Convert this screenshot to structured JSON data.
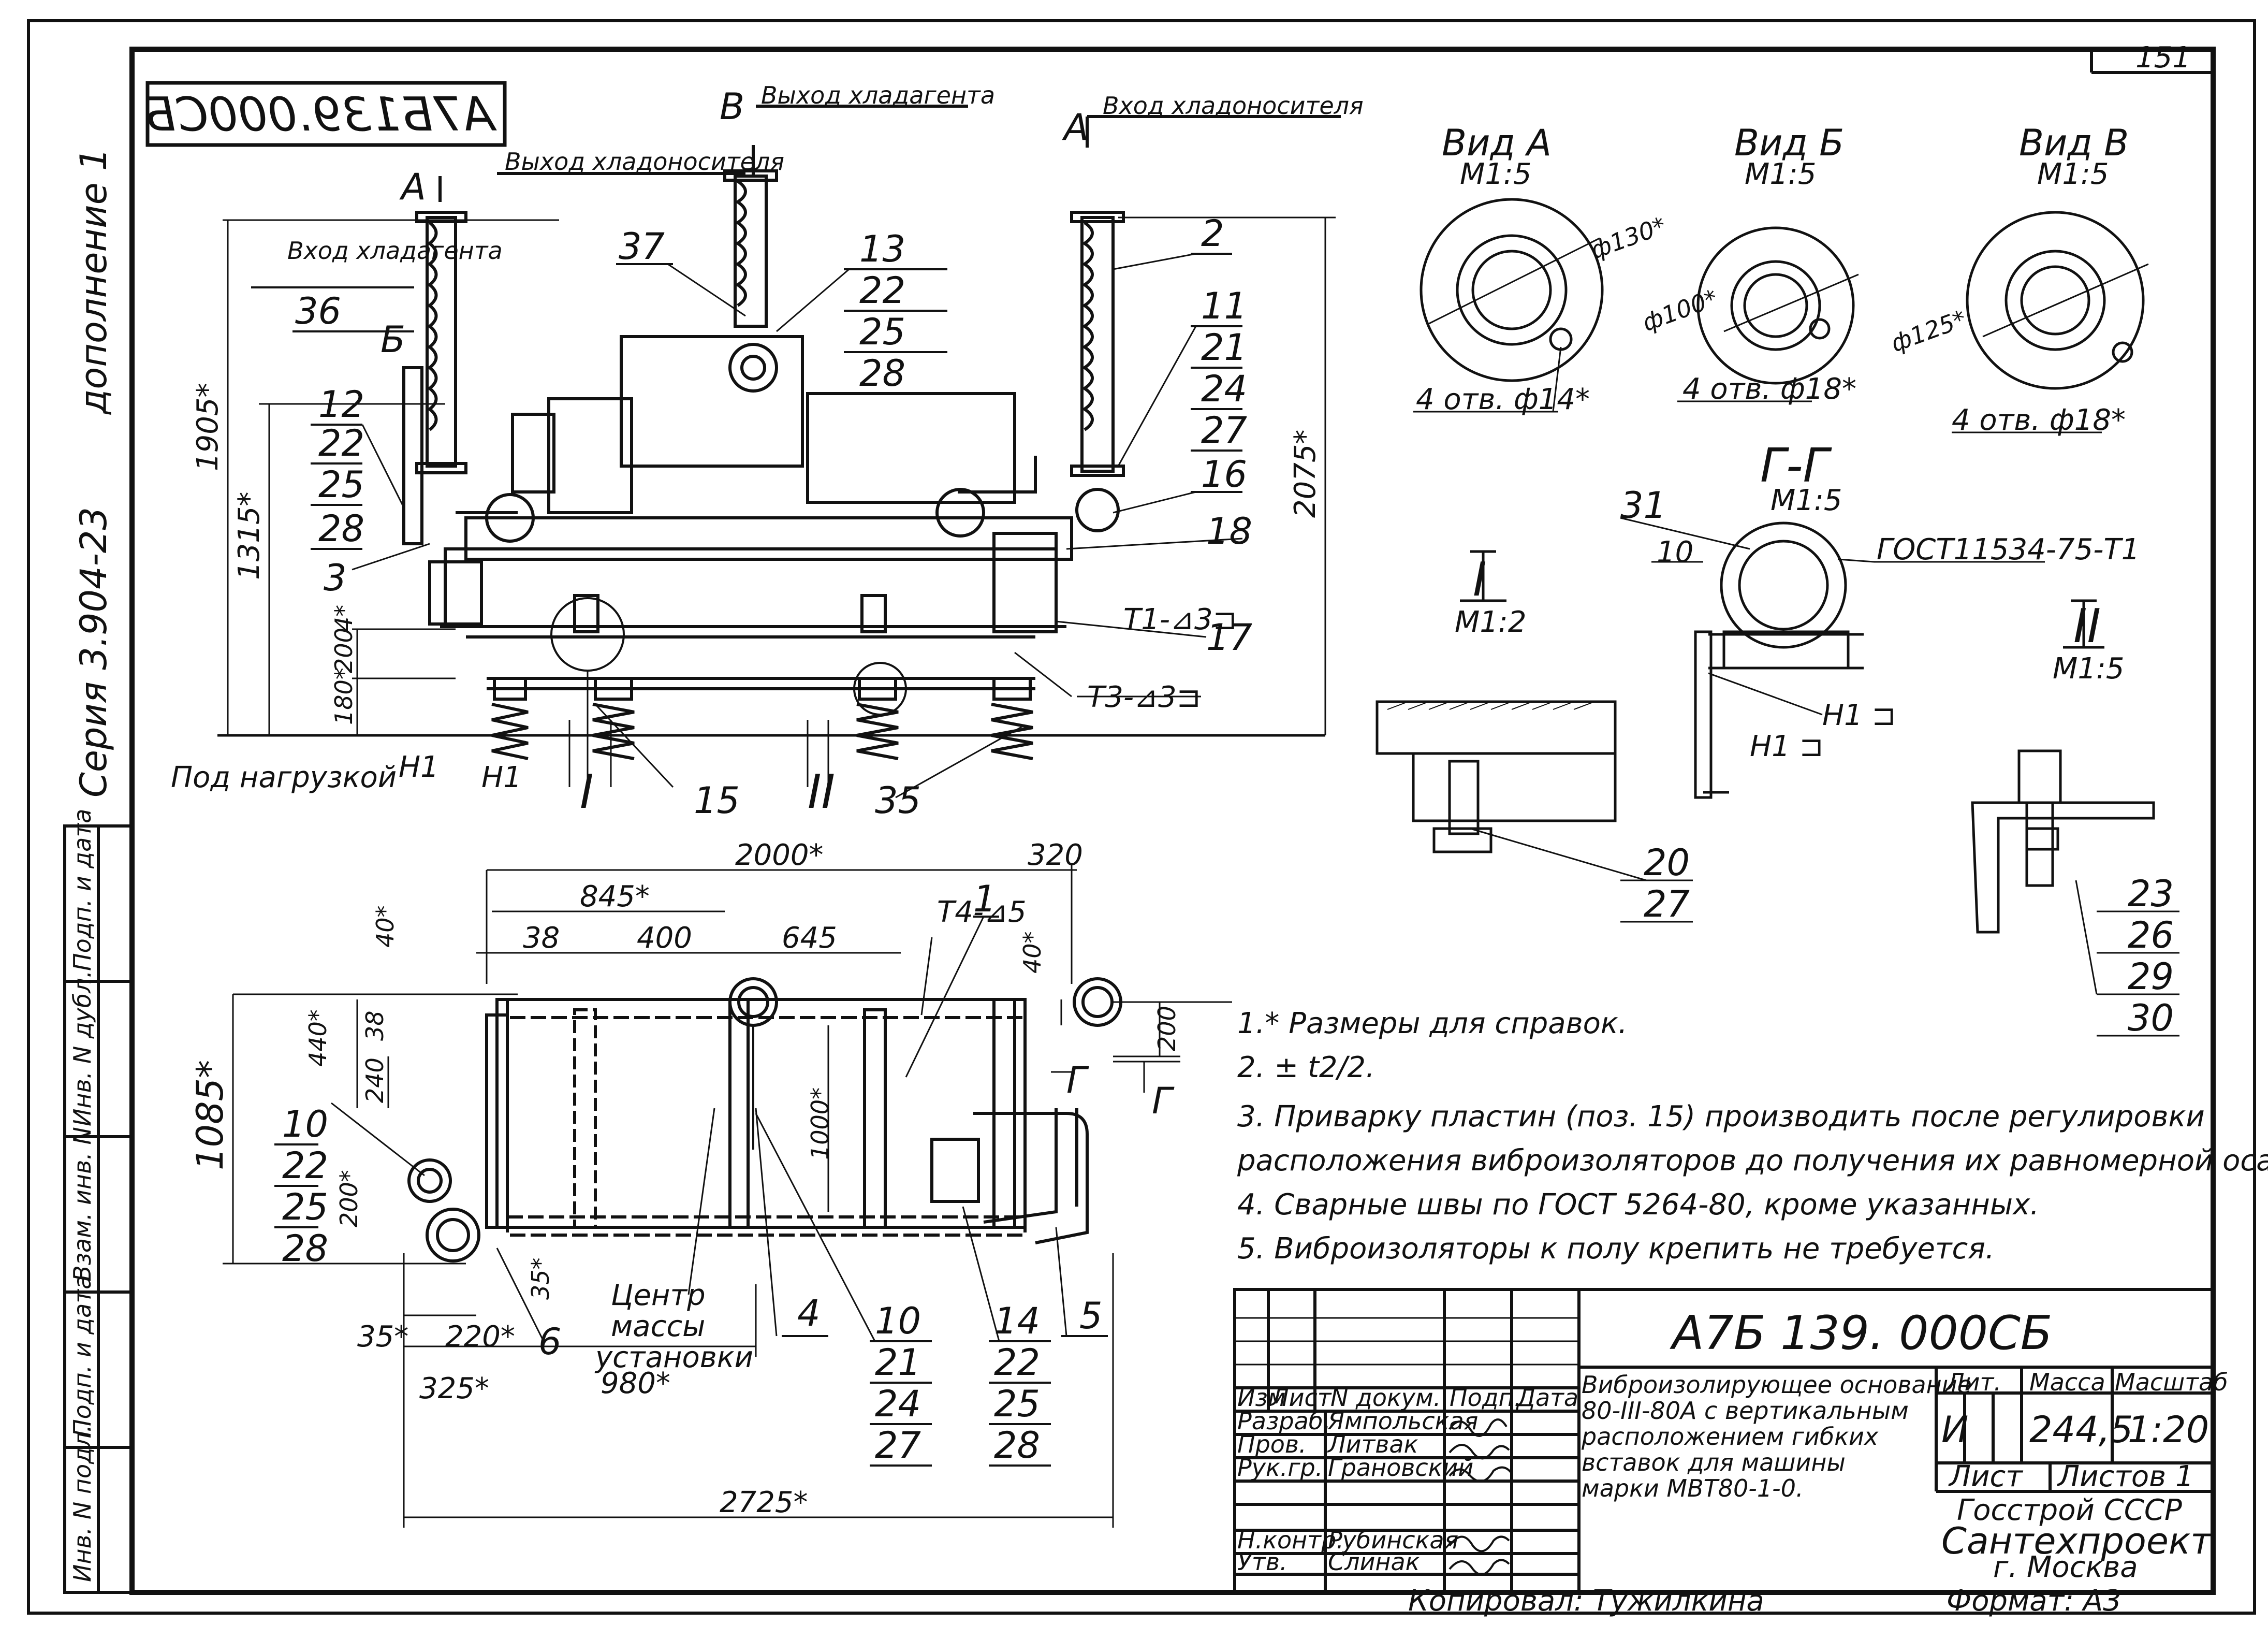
{
  "page": {
    "number": "151"
  },
  "stamp": {
    "code_mirrored": "А7Б139.000СБ"
  },
  "side": {
    "addendum": "дополнение 1",
    "series": "Серия 3.904-23",
    "columns": [
      "Инв. N подл.",
      "Подп. и дата",
      "Взам. инв. N",
      "Инв. N дубл.",
      "Подп. и дата"
    ]
  },
  "front_view": {
    "outlet_refrigerant": "Выход хладагента",
    "inlet_coolant": "Вход хладоносителя",
    "outlet_coolant": "Выход хладоносителя",
    "inlet_refrigerant": "Вход хладагента",
    "under_load": "Под нагрузкой",
    "labels": {
      "A": "А",
      "B": "Б",
      "V": "В"
    },
    "dims": {
      "d1905": "1905*",
      "d1315": "1315*",
      "d2075": "2075*",
      "d200": "200",
      "d4": "4*",
      "d180": "180*"
    },
    "welds": {
      "t1": "Т1-⊿3⊐",
      "t3": "Т3-⊿3⊐"
    },
    "h1": "Н1",
    "callouts": {
      "c37": "37",
      "c13": "13",
      "c22": "22",
      "c25": "25",
      "c28": "28",
      "c2": "2",
      "c11": "11",
      "c21": "21",
      "c24": "24",
      "c27": "27",
      "c16": "16",
      "c18": "18",
      "c17": "17",
      "c36": "36",
      "c12": "12",
      "c3": "3",
      "c15": "15",
      "c35": "35",
      "cI": "I",
      "cII": "II"
    }
  },
  "views": {
    "vid_a": {
      "title": "Вид А",
      "scale": "М1:5",
      "dia": "ф130*",
      "holes": "4 отв. ф14*"
    },
    "vid_b": {
      "title": "Вид Б",
      "scale": "М1:5",
      "dia": "ф100*",
      "holes": "4 отв. ф18*"
    },
    "vid_v": {
      "title": "Вид В",
      "scale": "М1:5",
      "dia": "ф125*",
      "holes": "4 отв. ф18*"
    },
    "section_g": {
      "title": "Г-Г",
      "scale": "М1:5",
      "gost": "ГОСТ11534-75-Т1",
      "h1": "Н1 ⊐",
      "dim10": "10",
      "callout": "31"
    },
    "detail1": {
      "label": "I",
      "scale": "М1:2",
      "c20": "20",
      "c27": "27"
    },
    "detail2": {
      "label": "II",
      "scale": "М1:5",
      "c23": "23",
      "c26": "26",
      "c29": "29",
      "c30": "30"
    }
  },
  "plan_view": {
    "dims": {
      "d2000": "2000*",
      "d320": "320",
      "d845": "845*",
      "d38a": "38",
      "d400": "400",
      "d645": "645",
      "d40a": "40*",
      "d40b": "40*",
      "d440": "440*",
      "d38b": "38",
      "d240": "240",
      "d1085": "1085*",
      "d1000": "1000*",
      "d200a": "200",
      "d200b": "200*",
      "d35a": "35*",
      "d35b": "35*",
      "d220": "220*",
      "d325": "325*",
      "d980": "980*",
      "d2725": "2725*"
    },
    "weld": "Т4-⊿5",
    "center_mass": "Центр массы установки",
    "section_mark": "Г",
    "callouts": {
      "c1": "1",
      "c10a": "10",
      "c22": "22",
      "c25": "25",
      "c28": "28",
      "c6": "6",
      "c4": "4",
      "c10b": "10",
      "c21": "21",
      "c24": "24",
      "c27": "27",
      "c14": "14",
      "c22b": "22",
      "c25b": "25",
      "c28b": "28",
      "c5": "5"
    }
  },
  "notes": [
    "1.* Размеры для справок.",
    "2. ± t2/2.",
    "3. Приварку пластин (поз. 15) производить после регулировки",
    "расположения виброизоляторов до получения их равномерной осадки.",
    "4. Сварные швы по ГОСТ 5264-80, кроме указанных.",
    "5. Виброизоляторы к полу крепить не требуется."
  ],
  "title_block": {
    "code": "А7Б 139. 000СБ",
    "name_lines": [
      "Виброизолирующее основание",
      "80-III-80А с вертикальным",
      "расположением гибких",
      "вставок для машины",
      "марки МВТ80-1-0."
    ],
    "header": [
      "Изм",
      "Лист",
      "N докум.",
      "Подп.",
      "Дата"
    ],
    "rows": [
      {
        "role": "Разраб.",
        "name": "Ямпольская"
      },
      {
        "role": "Пров.",
        "name": "Литвак"
      },
      {
        "role": "Рук.гр.",
        "name": "Грановский"
      },
      {
        "role": "",
        "name": ""
      },
      {
        "role": "Н.контр.",
        "name": "Рубинская"
      },
      {
        "role": "Утв.",
        "name": "Слинак"
      }
    ],
    "lit_header": "Лит.",
    "mass_header": "Масса",
    "scale_header": "Масштаб",
    "lit": "И",
    "mass": "244,5",
    "scale": "1:20",
    "sheet": "Лист",
    "sheets": "Листов 1",
    "org1": "Госстрой СССР",
    "org2": "Сантехпроект",
    "org3": "г. Москва",
    "copied": "Копировал: Тужилкина",
    "format": "Формат: А3"
  }
}
